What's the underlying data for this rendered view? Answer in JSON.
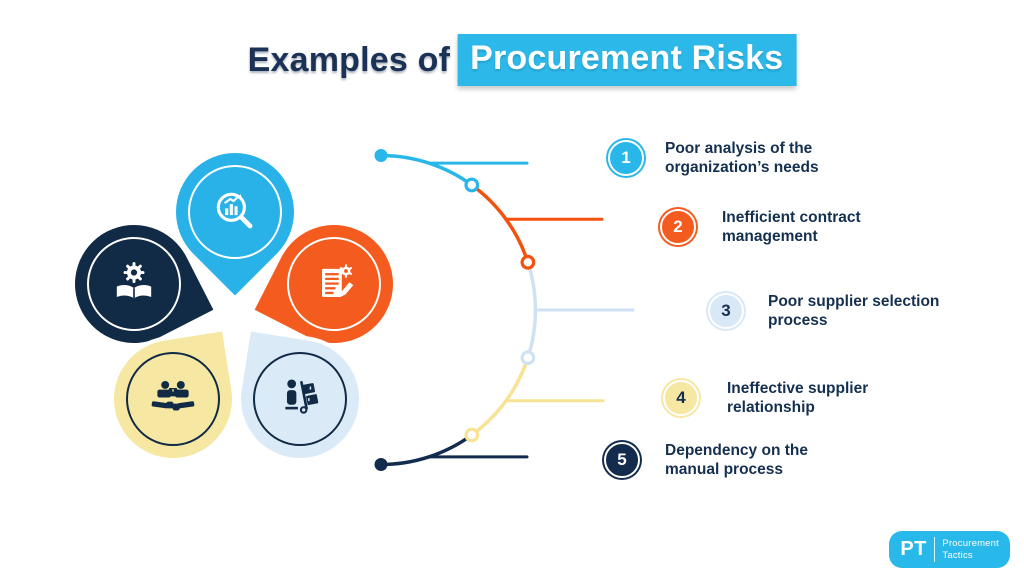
{
  "title": {
    "prefix": "Examples of",
    "highlight": "Procurement Risks"
  },
  "list": {
    "items": [
      {
        "number": "1",
        "line1": "Poor analysis of the",
        "line2": "organization’s needs",
        "color": "#29b7e9",
        "text_color": "#ffffff"
      },
      {
        "number": "2",
        "line1": "Inefficient contract",
        "line2": "management",
        "color": "#f45b1f",
        "text_color": "#ffffff"
      },
      {
        "number": "3",
        "line1": "Poor supplier selection",
        "line2": "process",
        "color": "#d9e8f7",
        "text_color": "#15304f"
      },
      {
        "number": "4",
        "line1": "Ineffective supplier",
        "line2": "relationship",
        "color": "#f6e7a2",
        "text_color": "#15304f"
      },
      {
        "number": "5",
        "line1": "Dependency on the",
        "line2": "manual process",
        "color": "#132c4e",
        "text_color": "#ffffff"
      }
    ]
  },
  "petals": [
    {
      "icon": "chart-magnifier-icon",
      "color": "#29b2e8",
      "ring": "#ffffff"
    },
    {
      "icon": "book-gear-icon",
      "color": "#112a46",
      "ring": "#ffffff"
    },
    {
      "icon": "contract-gear-pencil-icon",
      "color": "#f45b1f",
      "ring": "#ffffff"
    },
    {
      "icon": "partnership-handshake-icon",
      "color": "#f6e7a2",
      "ring": "#112a46"
    },
    {
      "icon": "manual-handling-icon",
      "color": "#dbeaf7",
      "ring": "#112a46"
    }
  ],
  "connector_colors": [
    "#29b7e9",
    "#f4510e",
    "#cfe2f4",
    "#f7e393",
    "#132c4e"
  ],
  "logo": {
    "initials": "PT",
    "line1": "Procurement",
    "line2": "Tactics",
    "background": "#29b8ea"
  },
  "colors": {
    "title_text": "#1b3156",
    "title_highlight_bg": "#2cb9ea",
    "body_text": "#15304f",
    "background": "#ffffff"
  }
}
